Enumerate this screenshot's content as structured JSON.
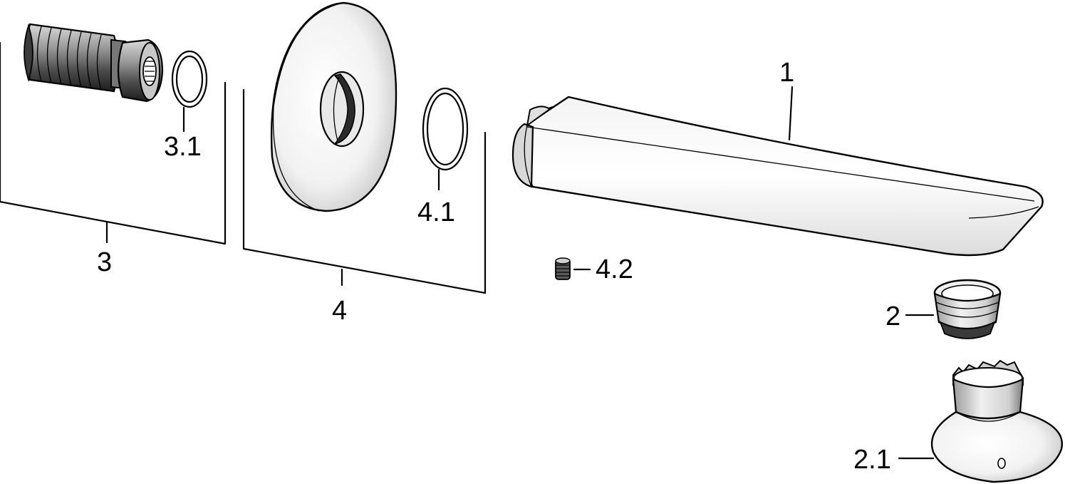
{
  "labels": {
    "spout": "1",
    "aerator": "2",
    "aerator_housing": "2.1",
    "connector_group": "3",
    "connector_seal": "3.1",
    "rosette_group": "4",
    "rosette_seal": "4.1",
    "grub_screw": "4.2"
  },
  "colors": {
    "ink": "#000000",
    "background": "#ffffff"
  }
}
